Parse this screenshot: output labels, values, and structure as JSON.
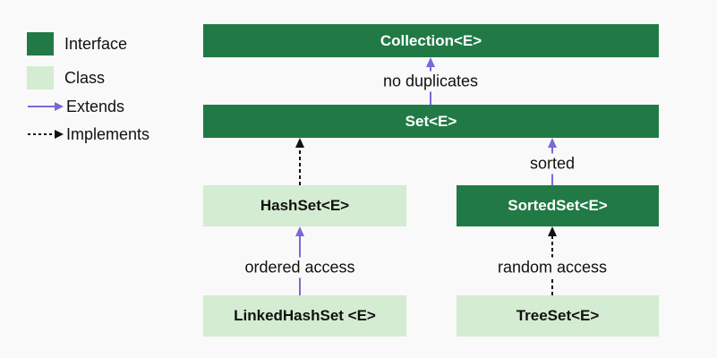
{
  "legend": {
    "interface_label": "Interface",
    "class_label": "Class",
    "extends_label": "Extends",
    "implements_label": "Implements"
  },
  "nodes": {
    "collection": "Collection<E>",
    "set": "Set<E>",
    "hashset": "HashSet<E>",
    "sortedset": "SortedSet<E>",
    "linkedhashset": "LinkedHashSet <E>",
    "treeset": "TreeSet<E>"
  },
  "edges": {
    "set_to_collection": "no duplicates",
    "sortedset_to_set": "sorted",
    "linkedhashset_to_hashset": "ordered access",
    "treeset_to_sortedset": "random access"
  },
  "colors": {
    "interface": "#217a45",
    "class": "#d4ecd1",
    "extends_arrow": "#7b68d8",
    "implements_arrow": "#111111",
    "background": "#f9f9f9"
  }
}
